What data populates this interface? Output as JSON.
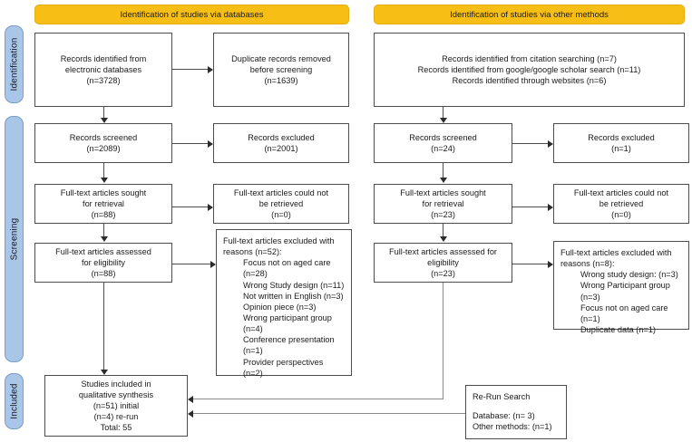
{
  "diagram": {
    "title": "PRISMA flow diagram",
    "colors": {
      "header_bar": "#f7bf16",
      "stage_band": "#a9c6e8",
      "box_border": "#4d4d4d",
      "connector": "#4d4d4d",
      "connector_grey": "#8a8a8a",
      "background": "#ffffff"
    }
  },
  "stages": [
    {
      "label": "Identification"
    },
    {
      "label": "Screening"
    },
    {
      "label": "Included"
    }
  ],
  "headers": {
    "databases": "Identification of studies via databases",
    "other_methods": "Identification of studies via other methods"
  },
  "databases_column": {
    "records_identified": {
      "line1": "Records identified from",
      "line2": "electronic databases",
      "count": "(n=3728)"
    },
    "duplicates_removed": {
      "line1": "Duplicate records removed",
      "line2": "before screening",
      "count": "(n=1639)"
    },
    "records_screened": {
      "line1": "Records screened",
      "count": "(n=2089)"
    },
    "records_excluded": {
      "line1": "Records excluded",
      "count": "(n=2001)"
    },
    "fulltext_sought": {
      "line1": "Full-text articles sought",
      "line2": "for retrieval",
      "count": "(n=88)"
    },
    "fulltext_not_retrieved": {
      "line1": "Full-text articles could not",
      "line2": "be retrieved",
      "count": "(n=0)"
    },
    "fulltext_assessed": {
      "line1": "Full-text articles assessed",
      "line2": "for eligibility",
      "count": "(n=88)"
    },
    "fulltext_excluded": {
      "heading_line1": "Full-text articles excluded with",
      "heading_line2": "reasons (n=52):",
      "reasons": [
        "Focus not on aged care (n=28)",
        "Wrong Study design (n=11)",
        "Not written in English (n=3)",
        "Opinion piece (n=3)",
        "Wrong participant group (n=4)",
        "Conference presentation (n=1)",
        "Provider perspectives (n=2)"
      ]
    }
  },
  "other_methods_column": {
    "records_identified": {
      "line1": "Records identified from citation searching (n=7)",
      "line2": "Records identified from google/google scholar search (n=11)",
      "line3": "Records identified through websites (n=6)"
    },
    "records_screened": {
      "line1": "Records screened",
      "count": "(n=24)"
    },
    "records_excluded": {
      "line1": "Records excluded",
      "count": "(n=1)"
    },
    "fulltext_sought": {
      "line1": "Full-text articles sought",
      "line2": "for retrieval",
      "count": "(n=23)"
    },
    "fulltext_not_retrieved": {
      "line1": "Full-text articles could not",
      "line2": "be retrieved",
      "count": "(n=0)"
    },
    "fulltext_assessed": {
      "line1": "Full-text articles assessed for",
      "line2": "eligibility",
      "count": "(n=23)"
    },
    "fulltext_excluded": {
      "heading_line1": "Full-text articles excluded with",
      "heading_line2": "reasons (n=8):",
      "reasons": [
        "Wrong study design: (n=3)",
        "Wrong Participant group (n=3)",
        "Focus not on aged care (n=1)",
        "Duplicate data (n=1)"
      ]
    }
  },
  "included": {
    "studies_included": {
      "line1": "Studies included in",
      "line2": "qualitative synthesis",
      "line3": "(n=51) initial",
      "line4": "(n=4) re-run",
      "line5": "Total: 55"
    },
    "rerun_search": {
      "title": "Re-Run Search",
      "line1": "Database: (n= 3)",
      "line2": "Other methods: (n=1)"
    }
  }
}
